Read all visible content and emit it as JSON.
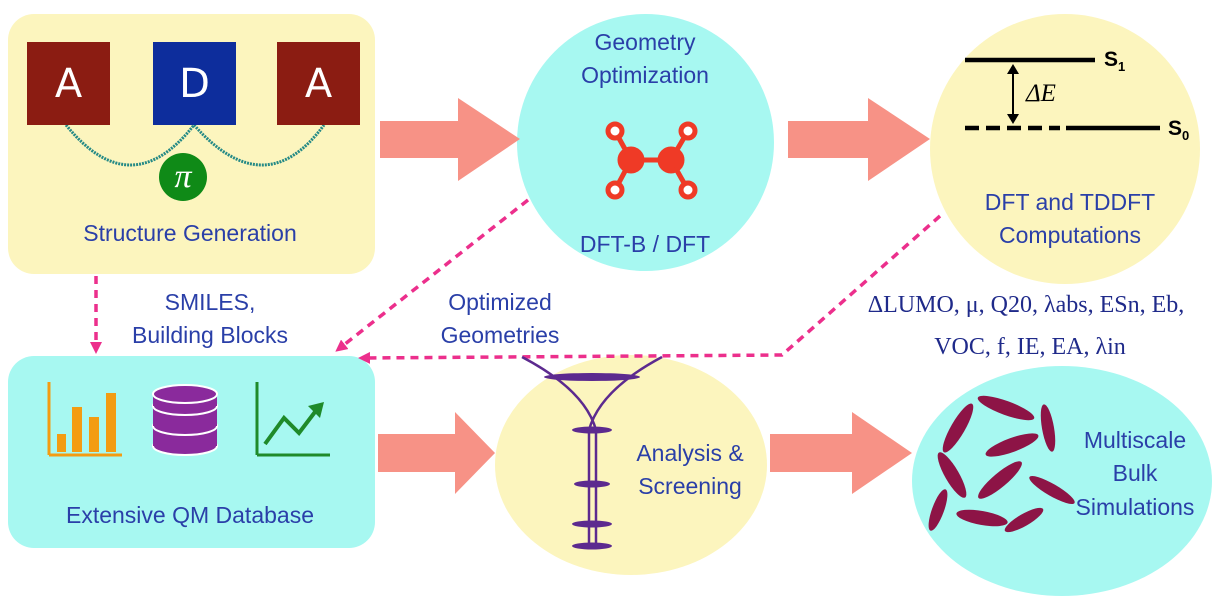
{
  "structure": {
    "box_left": "A",
    "box_center": "D",
    "box_right": "A",
    "pi_symbol": "π",
    "label": "Structure Generation"
  },
  "geometry": {
    "title_line1": "Geometry",
    "title_line2": "Optimization",
    "method": "DFT-B / DFT"
  },
  "dft": {
    "s1": "S",
    "s1_sub": "1",
    "s0": "S",
    "s0_sub": "0",
    "delta_e": "ΔE",
    "label_line1": "DFT and TDDFT",
    "label_line2": "Computations"
  },
  "flow_labels": {
    "smiles_line1": "SMILES,",
    "smiles_line2": "Building Blocks",
    "optimized_line1": "Optimized",
    "optimized_line2": "Geometries"
  },
  "properties": {
    "line1": "ΔLUMO, μ, Q20, λabs, ESn, Eb,",
    "line2": "VOC, f, IE, EA, λin"
  },
  "database": {
    "label": "Extensive QM Database"
  },
  "analysis": {
    "line1": "Analysis &",
    "line2": "Screening"
  },
  "bulk": {
    "line1": "Multiscale",
    "line2": "Bulk",
    "line3": "Simulations"
  },
  "colors": {
    "panel_yellow": "#fcf5be",
    "panel_cyan": "#a7f8f1",
    "acceptor": "#8b1c12",
    "donor": "#0d2d9c",
    "pi_green": "#0f8a17",
    "arrow_salmon": "#f79286",
    "dashed_pink": "#ec2f8c",
    "molecule_red": "#ef3a26",
    "text_blue": "#2a3fa8",
    "bar_orange": "#f39c12",
    "db_purple": "#8a2a9c",
    "trend_green": "#1f8a2a",
    "funnel_purple": "#5c2a8f",
    "particle_maroon": "#8d1446"
  },
  "icons": [
    "bar-chart-icon",
    "database-icon",
    "trend-chart-icon",
    "molecule-icon",
    "funnel-icon",
    "particles-icon"
  ]
}
